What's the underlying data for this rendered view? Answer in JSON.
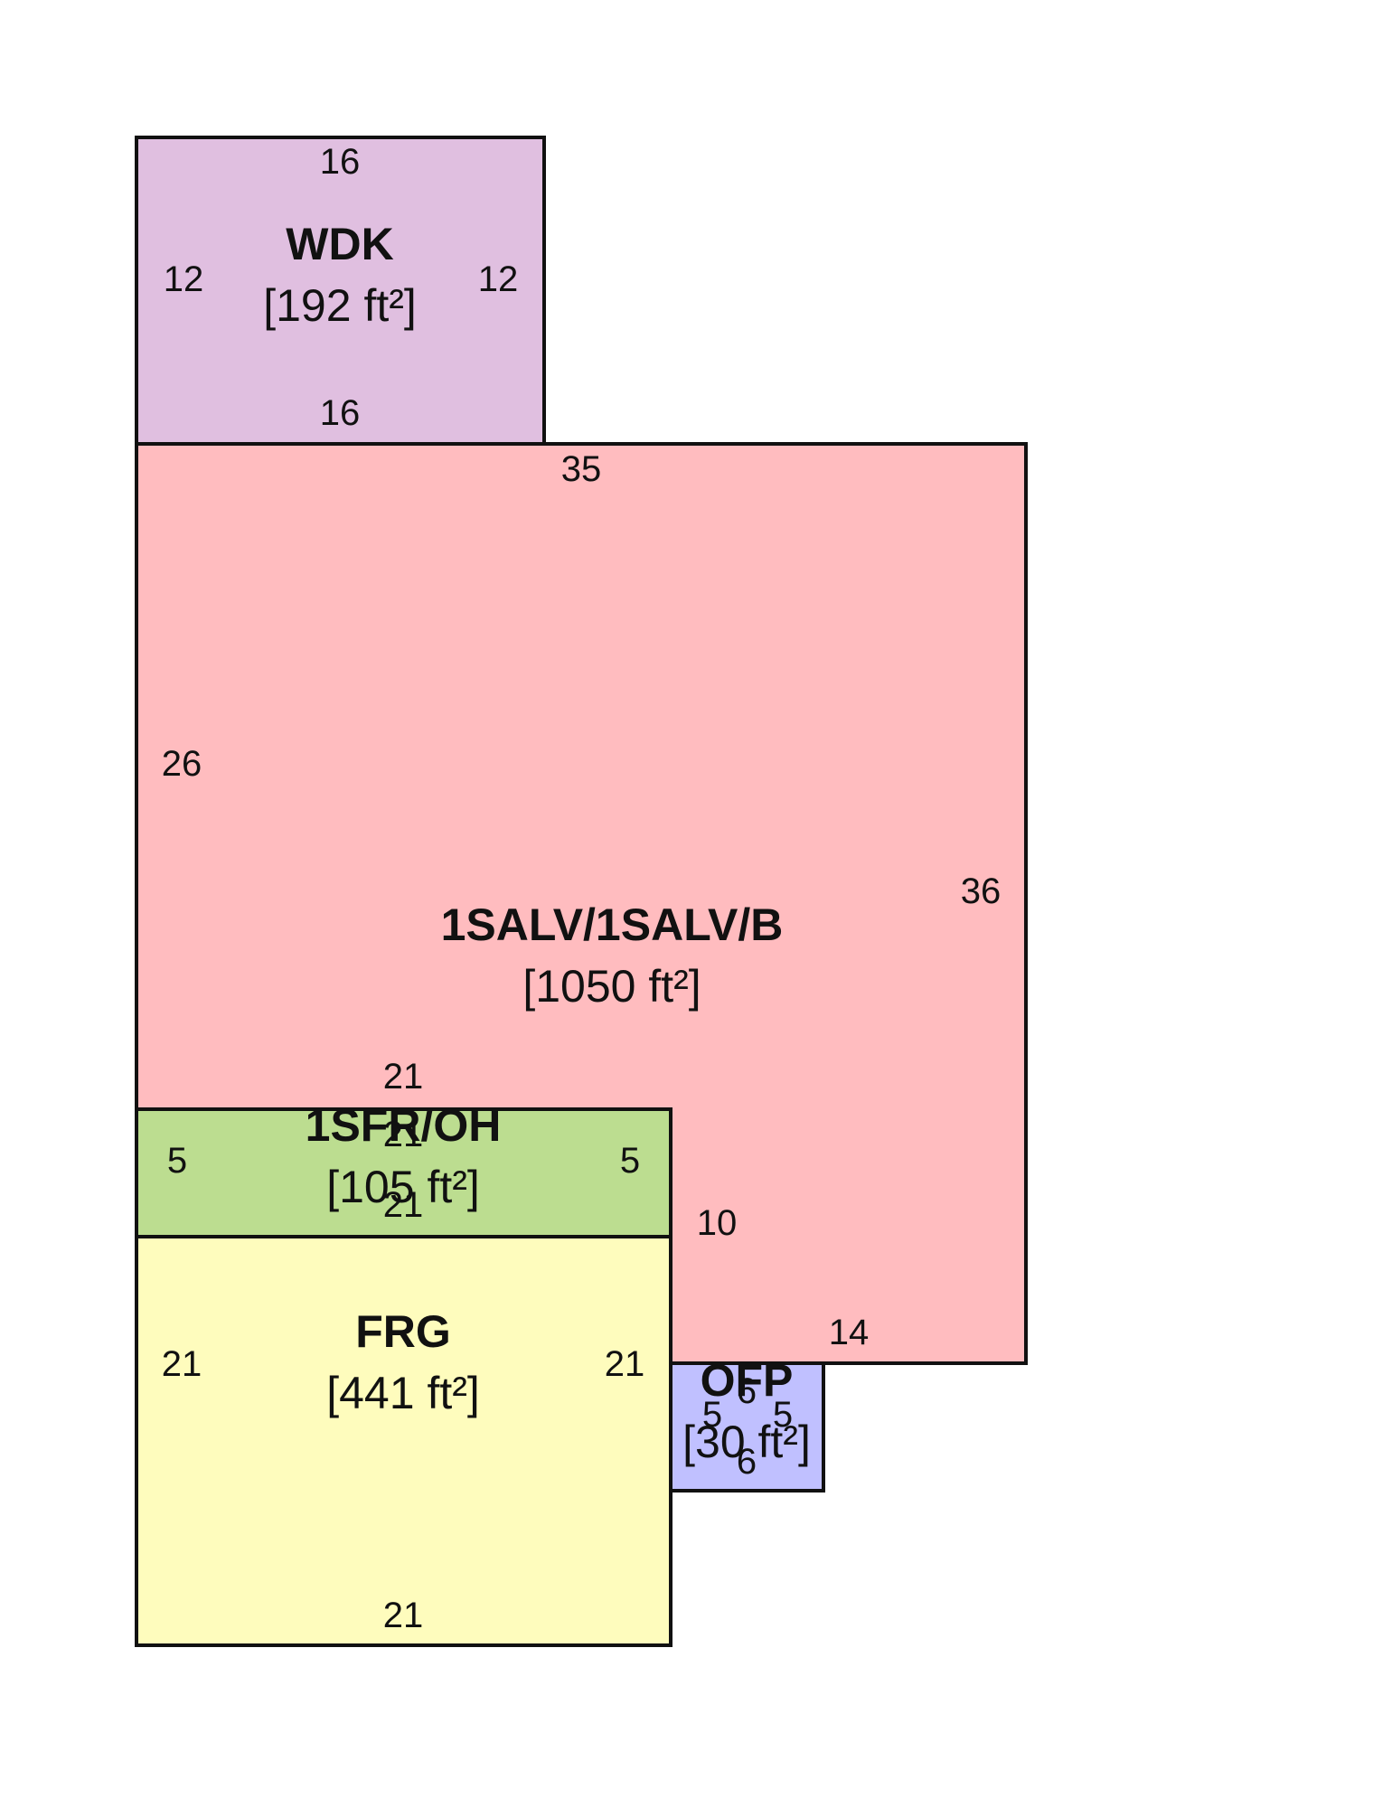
{
  "areas": {
    "wdk": {
      "name": "WDK",
      "size": "[192 ft²]",
      "color": "#e0bfe0",
      "dims": {
        "top": "16",
        "bottom": "16",
        "left": "12",
        "right": "12"
      }
    },
    "main": {
      "name": "1SALV/1SALV/B",
      "size": "[1050 ft²]",
      "color": "#ffbcbf",
      "dims": {
        "top": "35",
        "left": "26",
        "right": "36",
        "notch_top": "21",
        "notch_side": "10",
        "bottom": "14"
      }
    },
    "sfr": {
      "name": "1SFR/OH",
      "size": "[105 ft²]",
      "color": "#bcdd90",
      "dims": {
        "top": "21",
        "bottom": "21",
        "left": "5",
        "right": "5"
      }
    },
    "frg": {
      "name": "FRG",
      "size": "[441 ft²]",
      "color": "#fefcbd",
      "dims": {
        "top": "21",
        "bottom": "21",
        "left": "21",
        "right": "21"
      }
    },
    "ofp": {
      "name": "OFP",
      "size": "[30 ft²]",
      "color": "#c0c0ff",
      "dims": {
        "top": "6",
        "bottom": "6",
        "left": "5",
        "right": "5"
      }
    }
  }
}
